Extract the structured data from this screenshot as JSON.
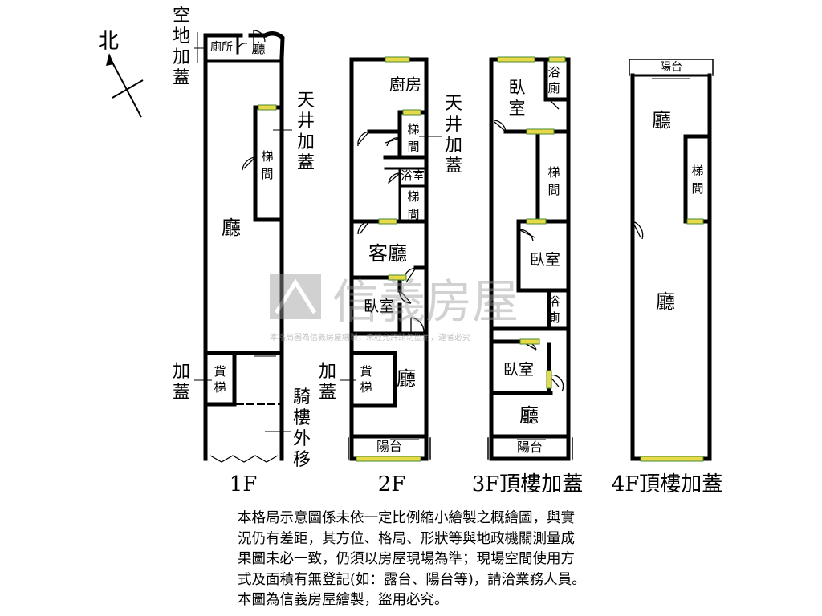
{
  "compass": {
    "north_label": "北"
  },
  "watermark": {
    "brand": "信義房屋",
    "fine_print": "本格局圖為信義房屋繪製，未經允許請勿盜用，違者必究"
  },
  "floor1": {
    "caption": "1F",
    "rooms": {
      "toilet": "廁所",
      "hall_small": "廳",
      "stair": [
        "梯",
        "間"
      ],
      "hall": "廳",
      "freight": [
        "貨",
        "梯"
      ]
    },
    "notes": {
      "open_land": [
        "空",
        "地",
        "加",
        "蓋"
      ],
      "skylight": [
        "天",
        "井",
        "加",
        "蓋"
      ],
      "addition": [
        "加",
        "蓋"
      ],
      "arcade": [
        "騎",
        "樓",
        "外",
        "移"
      ]
    }
  },
  "floor2": {
    "caption": "2F",
    "rooms": {
      "kitchen": "廚房",
      "stair1": [
        "梯",
        "間"
      ],
      "bath": "浴室",
      "stair2": [
        "梯",
        "間"
      ],
      "living": "客廳",
      "bedroom": "臥室",
      "freight": [
        "貨",
        "梯"
      ],
      "hall": "廳",
      "balcony": "陽台"
    },
    "notes": {
      "skylight": [
        "天",
        "井",
        "加",
        "蓋"
      ],
      "addition": [
        "加",
        "蓋"
      ]
    }
  },
  "floor3": {
    "caption": "3F頂樓加蓋",
    "rooms": {
      "bedroom1": [
        "臥",
        "室"
      ],
      "bath1": [
        "浴",
        "廁"
      ],
      "stair": [
        "梯",
        "間"
      ],
      "bedroom2": "臥室",
      "bath2": [
        "浴",
        "廁"
      ],
      "bedroom3": "臥室",
      "hall": "廳",
      "balcony": "陽台"
    }
  },
  "floor4": {
    "caption": "4F頂樓加蓋",
    "rooms": {
      "balcony": "陽台",
      "hall1": "廳",
      "stair": [
        "梯",
        "間"
      ],
      "hall2": "廳"
    }
  },
  "disclaimer": [
    "本格局示意圖係未依一定比例縮小繪製之概繪圖，與實",
    "況仍有差距，其方位、格局、形狀等與地政機關測量成",
    "果圖未必一致，仍須以房屋現場為準；現場空間使用方",
    "式及面積有無登記(如：露台、陽台等)，請洽業務人員。",
    "本圖為信義房屋繪製，盜用必究。"
  ],
  "colors": {
    "wall": "#000000",
    "window": "#e6d94a",
    "window_stroke": "#4a8a2c",
    "watermark": "#9a9a9a"
  }
}
